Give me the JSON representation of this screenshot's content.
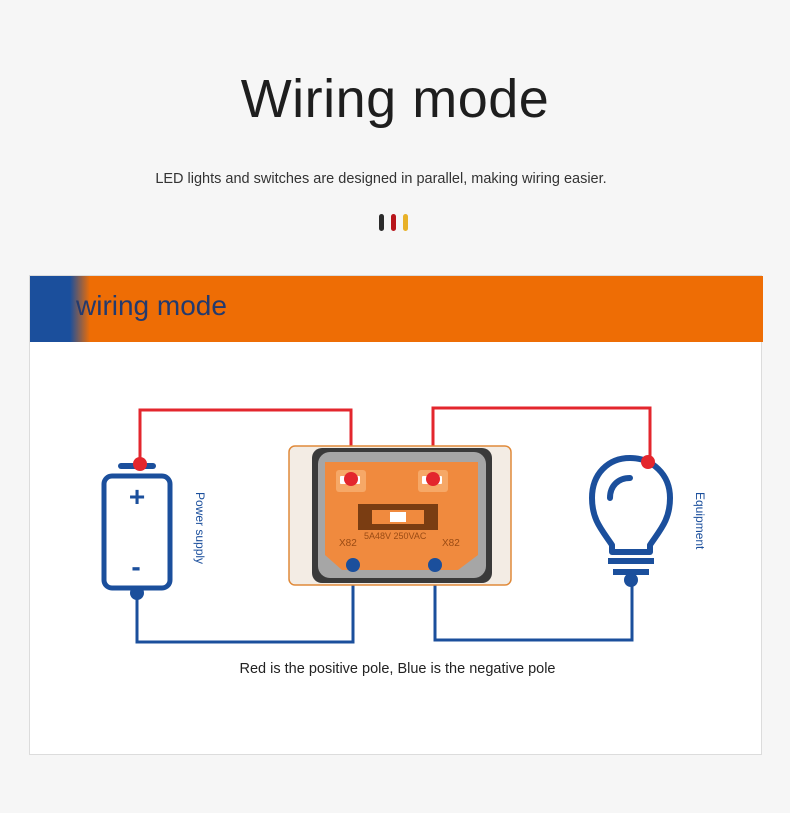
{
  "header": {
    "title": "Wiring mode",
    "subtitle": "LED lights and switches are designed in parallel, making wiring easier.",
    "dot_colors": [
      "#2b2b2b",
      "#b8151b",
      "#e8b128"
    ]
  },
  "card": {
    "banner_title": "wiring mode",
    "banner_colors": {
      "orange": "#ee6d05",
      "blue": "#1b4f9c"
    }
  },
  "diagram": {
    "power_label": "Power supply",
    "battery_plus": "+",
    "battery_minus": "-",
    "equipment_label": "Equipment",
    "switch_left_marking": "X82",
    "switch_rating": "5A48V 250VAC",
    "switch_right_marking": "X82",
    "positive_color": "#e3262d",
    "negative_color": "#1b4f9c",
    "switch_color": "#f08a3e"
  },
  "caption": "Red is the positive pole, Blue is the negative pole"
}
